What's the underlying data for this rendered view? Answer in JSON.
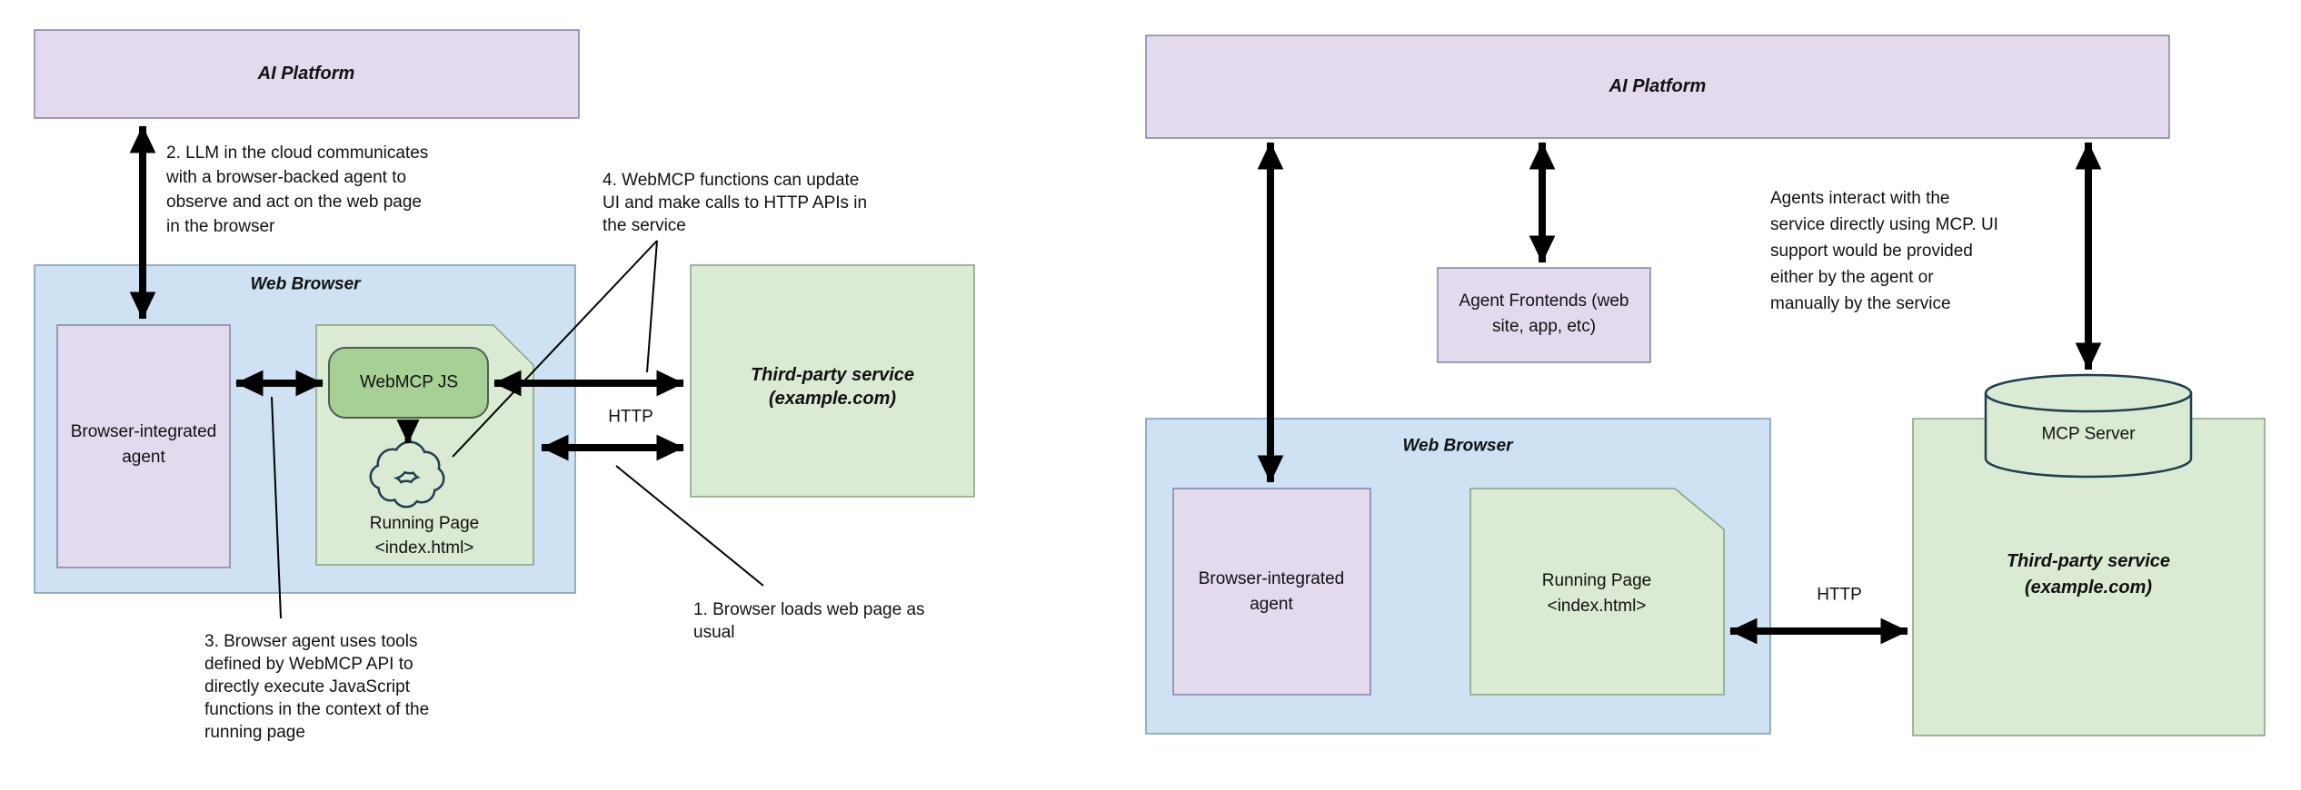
{
  "colors": {
    "purple_fill": "#E3DAED",
    "purple_stroke": "#8083A6",
    "blue_fill": "#CFE2F4",
    "blue_stroke": "#7C98B6",
    "green_fill": "#DBEAD3",
    "green_stroke": "#84A27E",
    "green2_fill": "#A7D094",
    "green2_stroke": "#4E5D52",
    "navy": "#1C3F52",
    "ink": "#111111"
  },
  "left": {
    "ai_platform_label": "AI Platform",
    "note_llm": "2. LLM in the cloud communicates\nwith a browser-backed agent to\nobserve and act on the web page\nin the browser",
    "web_browser_label": "Web Browser",
    "agent_label": "Browser-integrated\nagent",
    "webmcp_label": "WebMCP JS",
    "running_page_label": "Running Page\n<index.html>",
    "note_webmcp": "4. WebMCP functions can update\nUI and make calls to HTTP APIs in\nthe service",
    "http_label": "HTTP",
    "third_party_label": "Third-party service\n(example.com)",
    "note_loads": "1. Browser loads web page as\nusual",
    "note_tools": "3. Browser agent uses tools\ndefined by WebMCP API to\ndirectly execute JavaScript\nfunctions in the context of the\nrunning page"
  },
  "right": {
    "ai_platform_label": "AI Platform",
    "agent_frontends_label": "Agent Frontends (web\nsite, app, etc)",
    "note_mcp": "Agents interact with the\nservice directly using MCP. UI\nsupport would be provided\neither by the agent or\nmanually by the service",
    "web_browser_label": "Web Browser",
    "agent_label": "Browser-integrated\nagent",
    "running_page_label": "Running Page\n<index.html>",
    "http_label": "HTTP",
    "mcp_server_label": "MCP Server",
    "third_party_label": "Third-party service\n(example.com)"
  }
}
